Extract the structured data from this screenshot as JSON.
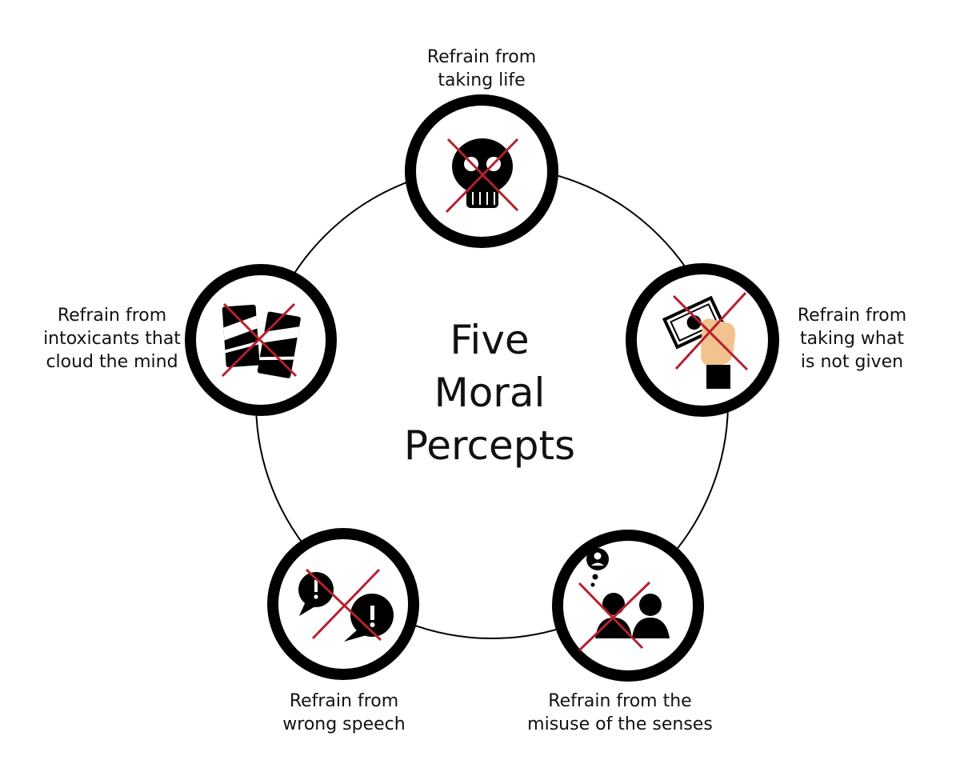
{
  "center": {
    "line1": "Five",
    "line2": "Moral",
    "line3": "Percepts"
  },
  "precepts": [
    {
      "icon": "skull-icon",
      "lines": [
        "Refrain from",
        "taking life"
      ]
    },
    {
      "icon": "hand-taking-money-icon",
      "lines": [
        "Refrain from",
        "taking what",
        "is not given"
      ]
    },
    {
      "icon": "people-thought-icon",
      "lines": [
        "Refrain from the",
        "misuse of the senses"
      ]
    },
    {
      "icon": "speech-bubbles-icon",
      "lines": [
        "Refrain from",
        "wrong speech"
      ]
    },
    {
      "icon": "beverage-cans-icon",
      "lines": [
        "Refrain from",
        "intoxicants that",
        "cloud the mind"
      ]
    }
  ],
  "colors": {
    "ring": "#000000",
    "cross": "#b5202e",
    "skin": "#f2c38f"
  }
}
